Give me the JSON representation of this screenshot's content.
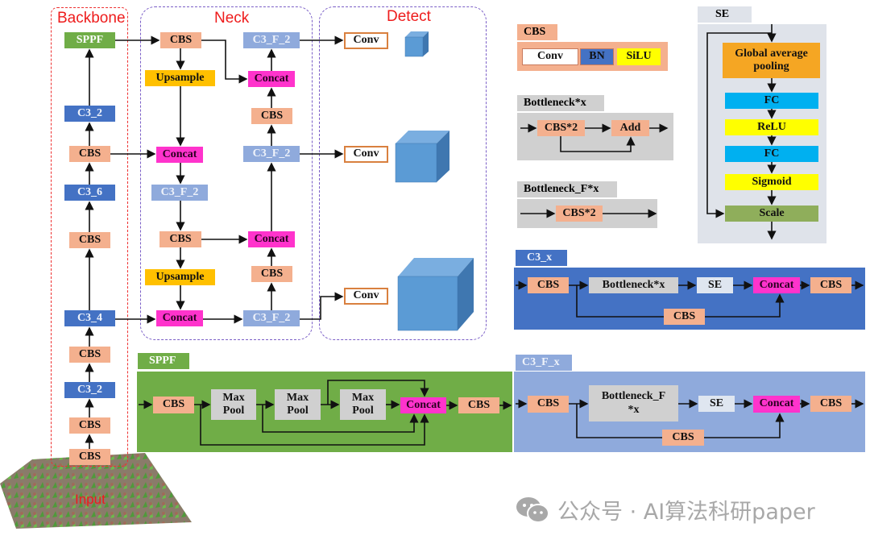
{
  "sections": {
    "backbone": "Backbone",
    "neck": "Neck",
    "detect": "Detect",
    "input": "Input"
  },
  "backbone": [
    "SPPF",
    "C3_2",
    "CBS",
    "C3_6",
    "CBS",
    "C3_4",
    "CBS",
    "C3_2",
    "CBS",
    "CBS"
  ],
  "neck": {
    "cbs_top": "CBS",
    "upsample1": "Upsample",
    "concat1": "Concat",
    "c3f_a": "C3_F_2",
    "cbs_mid": "CBS",
    "upsample2": "Upsample",
    "concat2": "Concat",
    "c3f_out1": "C3_F_2",
    "cbs_r1": "CBS",
    "concat_r1": "Concat",
    "c3f_out2": "C3_F_2",
    "cbs_r2": "CBS",
    "concat_r2": "Concat",
    "c3f_out3": "C3_F_2"
  },
  "detect": {
    "conv1": "Conv",
    "conv2": "Conv",
    "conv3": "Conv"
  },
  "cbs_legend": {
    "title": "CBS",
    "parts": [
      "Conv",
      "BN",
      "SiLU"
    ]
  },
  "bottleneck": {
    "title": "Bottleneck*x",
    "block": "CBS*2",
    "add": "Add"
  },
  "bottleneck_f": {
    "title": "Bottleneck_F*x",
    "block": "CBS*2"
  },
  "se": {
    "title": "SE",
    "steps": [
      "Global average pooling",
      "FC",
      "ReLU",
      "FC",
      "Sigmoid",
      "Scale"
    ]
  },
  "c3x": {
    "title": "C3_x",
    "cbs_in": "CBS",
    "bottleneck": "Bottleneck*x",
    "se": "SE",
    "concat": "Concat",
    "cbs_out": "CBS",
    "cbs_skip": "CBS"
  },
  "c3fx": {
    "title": "C3_F_x",
    "cbs_in": "CBS",
    "bottleneck": "Bottleneck_F *x",
    "se": "SE",
    "concat": "Concat",
    "cbs_out": "CBS",
    "cbs_skip": "CBS"
  },
  "sppf_block": {
    "title": "SPPF",
    "cbs_in": "CBS",
    "pool1": "Max Pool",
    "pool2": "Max Pool",
    "pool3": "Max Pool",
    "concat": "Concat",
    "cbs_out": "CBS"
  },
  "watermark": "公众号 · AI算法科研paper",
  "colors": {
    "cbs": "#f4b08e",
    "c3": "#4472c4",
    "c3f": "#8faadc",
    "sppf": "#70ad47",
    "upsample": "#ffc000",
    "concat": "#ff33cc",
    "title_red": "#ee1c1c",
    "dashed_purple": "#7b5fc7"
  }
}
